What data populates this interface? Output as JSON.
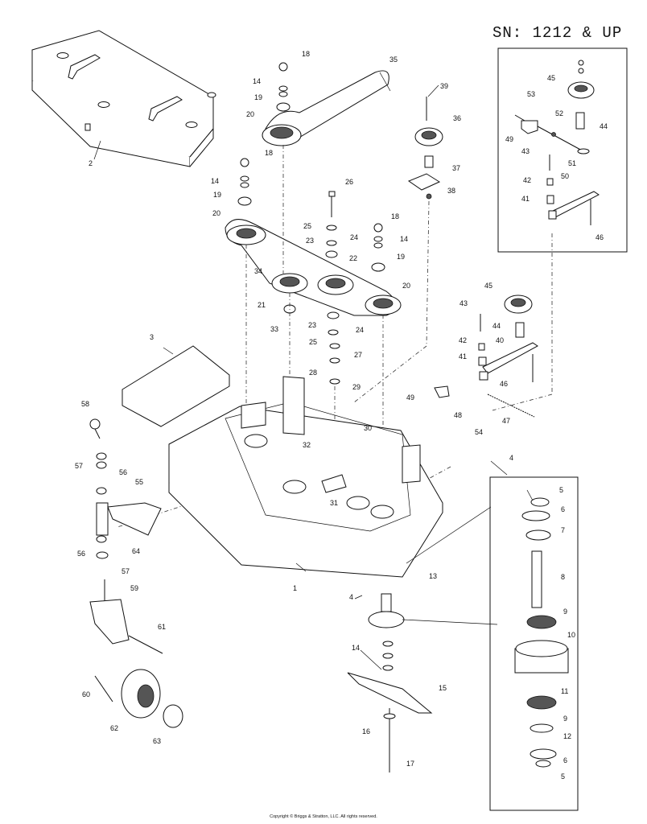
{
  "sn_header": "SN: 1212 & UP",
  "copyright": "Copyright © Briggs & Stratton, LLC. All rights reserved.",
  "callouts": {
    "c1": "1",
    "c2": "2",
    "c3": "3",
    "c4a": "4",
    "c4b": "4",
    "c5a": "5",
    "c5b": "5",
    "c6a": "6",
    "c6b": "6",
    "c7": "7",
    "c8": "8",
    "c9a": "9",
    "c9b": "9",
    "c10": "10",
    "c11": "11",
    "c12": "12",
    "c13": "13",
    "c14a": "14",
    "c14b": "14",
    "c14c": "14",
    "c14d": "14",
    "c15": "15",
    "c16": "16",
    "c17": "17",
    "c18a": "18",
    "c18b": "18",
    "c18c": "18",
    "c19a": "19",
    "c19b": "19",
    "c19c": "19",
    "c20a": "20",
    "c20b": "20",
    "c20c": "20",
    "c21": "21",
    "c22": "22",
    "c23a": "23",
    "c23b": "23",
    "c24a": "24",
    "c24b": "24",
    "c25a": "25",
    "c25b": "25",
    "c26": "26",
    "c27": "27",
    "c28": "28",
    "c29": "29",
    "c30": "30",
    "c31": "31",
    "c32": "32",
    "c33": "33",
    "c34": "34",
    "c35": "35",
    "c36": "36",
    "c37": "37",
    "c38": "38",
    "c39": "39",
    "c40": "40",
    "c41a": "41",
    "c41b": "41",
    "c42a": "42",
    "c42b": "42",
    "c43a": "43",
    "c43b": "43",
    "c44a": "44",
    "c44b": "44",
    "c45a": "45",
    "c45b": "45",
    "c46a": "46",
    "c46b": "46",
    "c47": "47",
    "c48": "48",
    "c49a": "49",
    "c49b": "49",
    "c50": "50",
    "c51": "51",
    "c52": "52",
    "c53": "53",
    "c54": "54",
    "c55": "55",
    "c56a": "56",
    "c56b": "56",
    "c57a": "57",
    "c57b": "57",
    "c58": "58",
    "c59": "59",
    "c60": "60",
    "c61": "61",
    "c62": "62",
    "c63": "63",
    "c64": "64"
  }
}
